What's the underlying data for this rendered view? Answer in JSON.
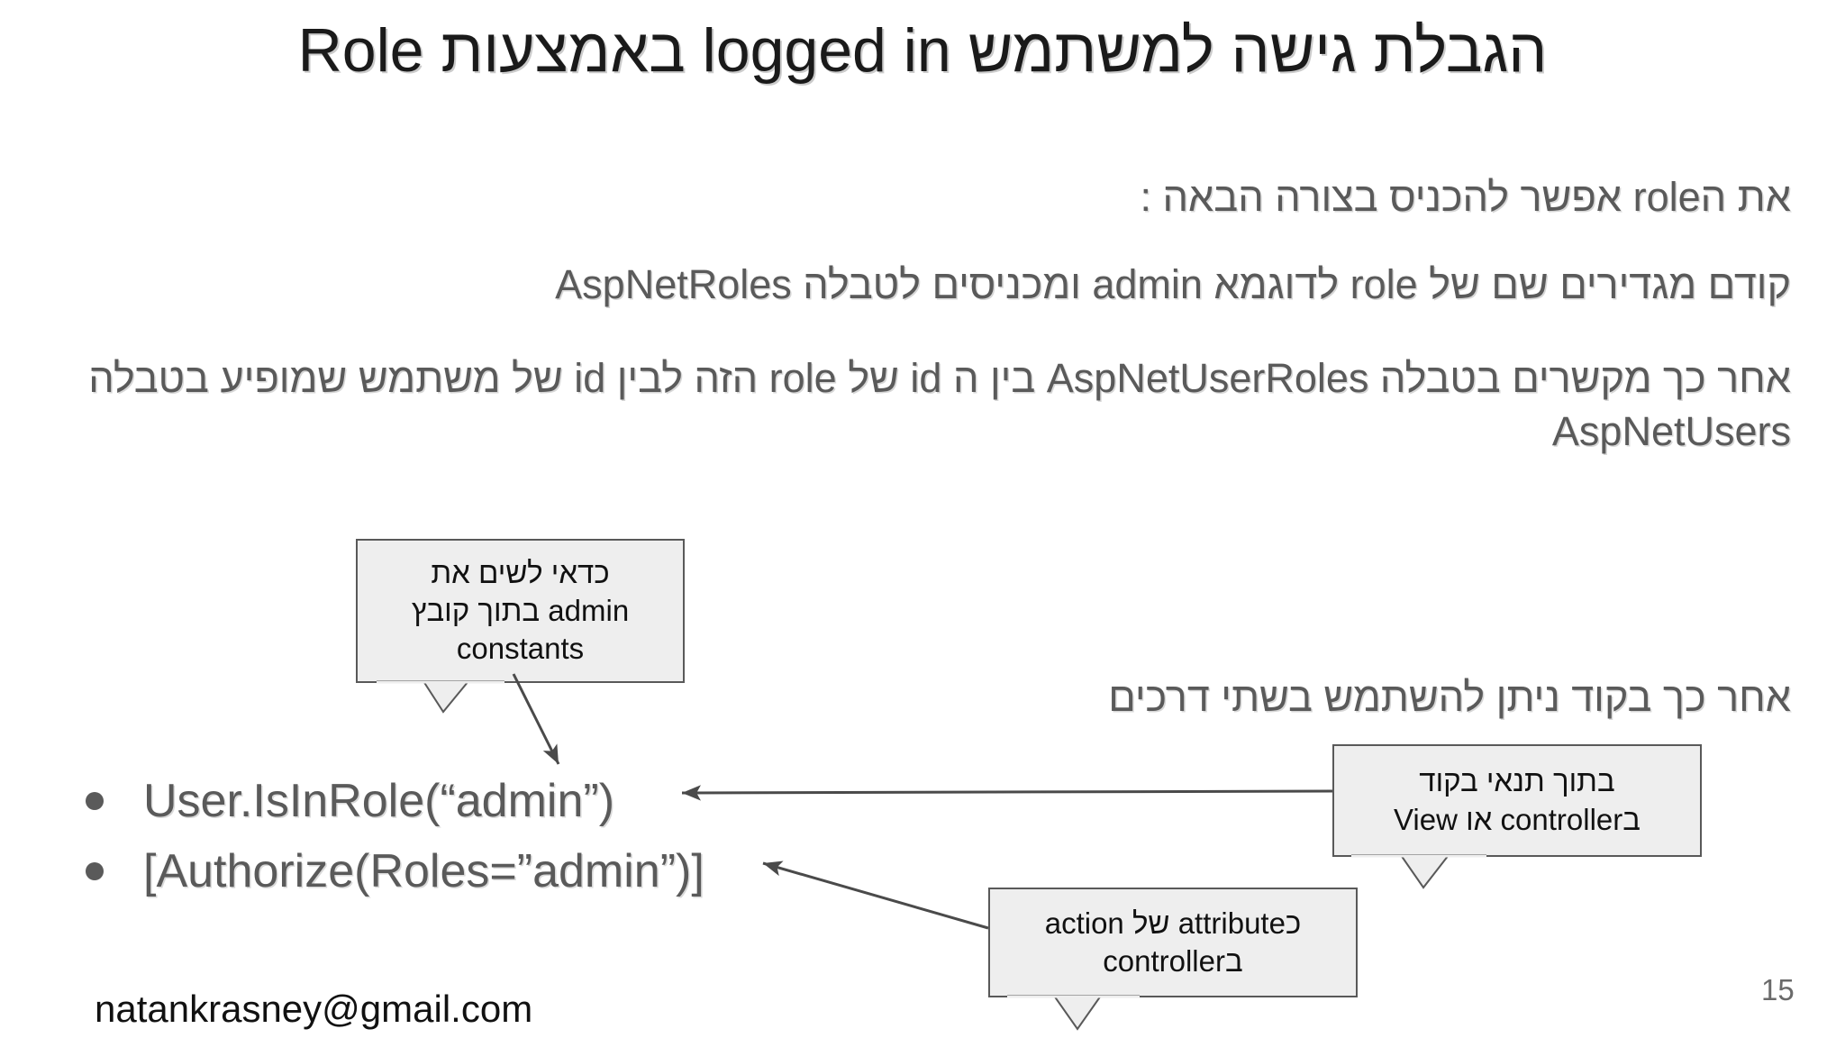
{
  "slide": {
    "title": "הגבלת גישה למשתמש logged in באמצעות Role",
    "page_number": "15",
    "footer_email": "natankrasney@gmail.com",
    "background_color": "#ffffff",
    "text_color": "#5a5a5a",
    "callout_fill": "#eeeeee",
    "callout_border": "#595959"
  },
  "body": {
    "lines": [
      "את הrole אפשר להכניס בצורה הבאה :",
      "קודם מגדירים שם של role לדוגמא admin ומכניסים לטבלה AspNetRoles",
      "אחר כך מקשרים בטבלה AspNetUserRoles בין ה id של role הזה לבין id של משתמש שמופיע בטבלה AspNetUsers"
    ],
    "ways_line": "אחר כך בקוד ניתן להשתמש בשתי דרכים"
  },
  "bullets": [
    {
      "text": "User.IsInRole(“admin”)"
    },
    {
      "text": "[Authorize(Roles=”admin”)]"
    }
  ],
  "callouts": [
    {
      "id": "constants",
      "line1": "כדאי לשים את",
      "line2": "admin בתוך קובץ",
      "line3": "constants"
    },
    {
      "id": "controller-view",
      "line1": "בתוך תנאי בקוד",
      "line2": "בcontroller או View"
    },
    {
      "id": "attribute",
      "line1": "כattribute של action",
      "line2": "בcontroller"
    }
  ]
}
